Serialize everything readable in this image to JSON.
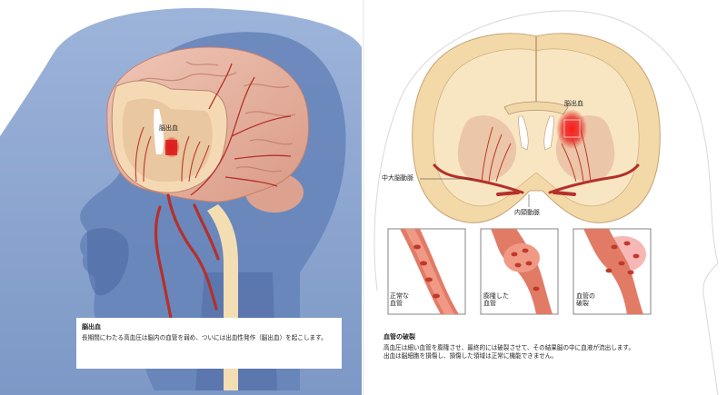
{
  "left_panel": {
    "hemorrhage_label": "脳出血",
    "caption_title": "脳出血",
    "caption_text": "長期間にわたる高血圧は脳内の血管を弱め、ついには出血性発作（脳出血）を起こします。"
  },
  "right_panel": {
    "hemorrhage_label": "脳出血",
    "mca_label": "中大脳動脈",
    "ica_label": "内頸動脈",
    "inset_normal": [
      "正常な",
      "血管"
    ],
    "inset_swollen": [
      "膨隆した",
      "血管"
    ],
    "inset_rupture": [
      "血管の",
      "破裂"
    ],
    "caption_title": "血管の破裂",
    "caption_line1": "高血圧は細い血管を膨隆させ、最終的には破裂させて、その結果脳の中に血液が流出します。",
    "caption_line2": "出血は脳細胞を損傷し、損傷した領域は正常に機能できません。"
  },
  "colors": {
    "background_blue": "#8fa9d3",
    "head_blue": "#5f7fb8",
    "brain_pink": "#e7b5a4",
    "artery_red": "#c0392b",
    "hemorrhage_red": "#e8312a"
  }
}
